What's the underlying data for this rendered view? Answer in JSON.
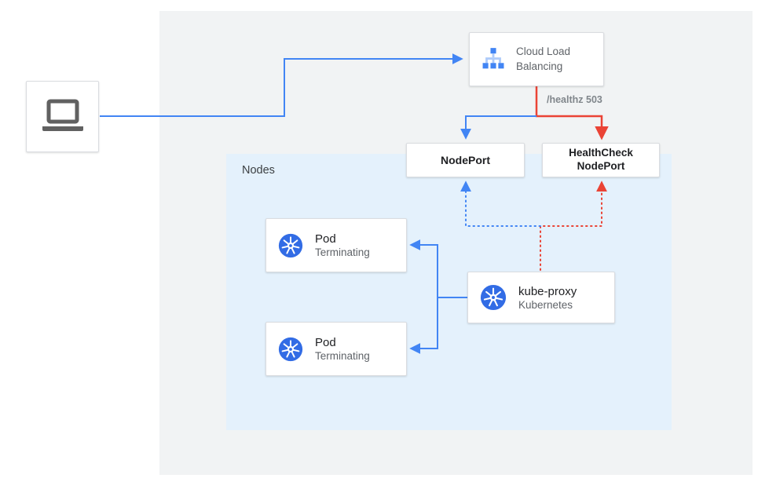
{
  "colors": {
    "blue": "#4285F4",
    "red": "#EA4335",
    "outer_panel_bg": "#F1F3F4",
    "nodes_panel_bg": "#E4F1FC",
    "kubernetes_blue": "#326CE5",
    "laptop_gray": "#616161",
    "text_primary": "#202124",
    "text_secondary": "#5F6368",
    "healthz_gray": "#80868B"
  },
  "icons": {
    "client": "laptop-icon",
    "load_balancer": "load-balancer-icon",
    "kubernetes": "kubernetes-helm-icon"
  },
  "diagram": {
    "cloud_load_balancing": {
      "label_line1": "Cloud Load",
      "label_line2": "Balancing"
    },
    "healthz_label": "/healthz 503",
    "nodeport": {
      "label": "NodePort"
    },
    "healthcheck_nodeport": {
      "label_line1": "HealthCheck",
      "label_line2": "NodePort"
    },
    "nodes_panel": {
      "label": "Nodes"
    },
    "pods": [
      {
        "title": "Pod",
        "subtitle": "Terminating"
      },
      {
        "title": "Pod",
        "subtitle": "Terminating"
      }
    ],
    "kube_proxy": {
      "title": "kube-proxy",
      "subtitle": "Kubernetes"
    }
  }
}
